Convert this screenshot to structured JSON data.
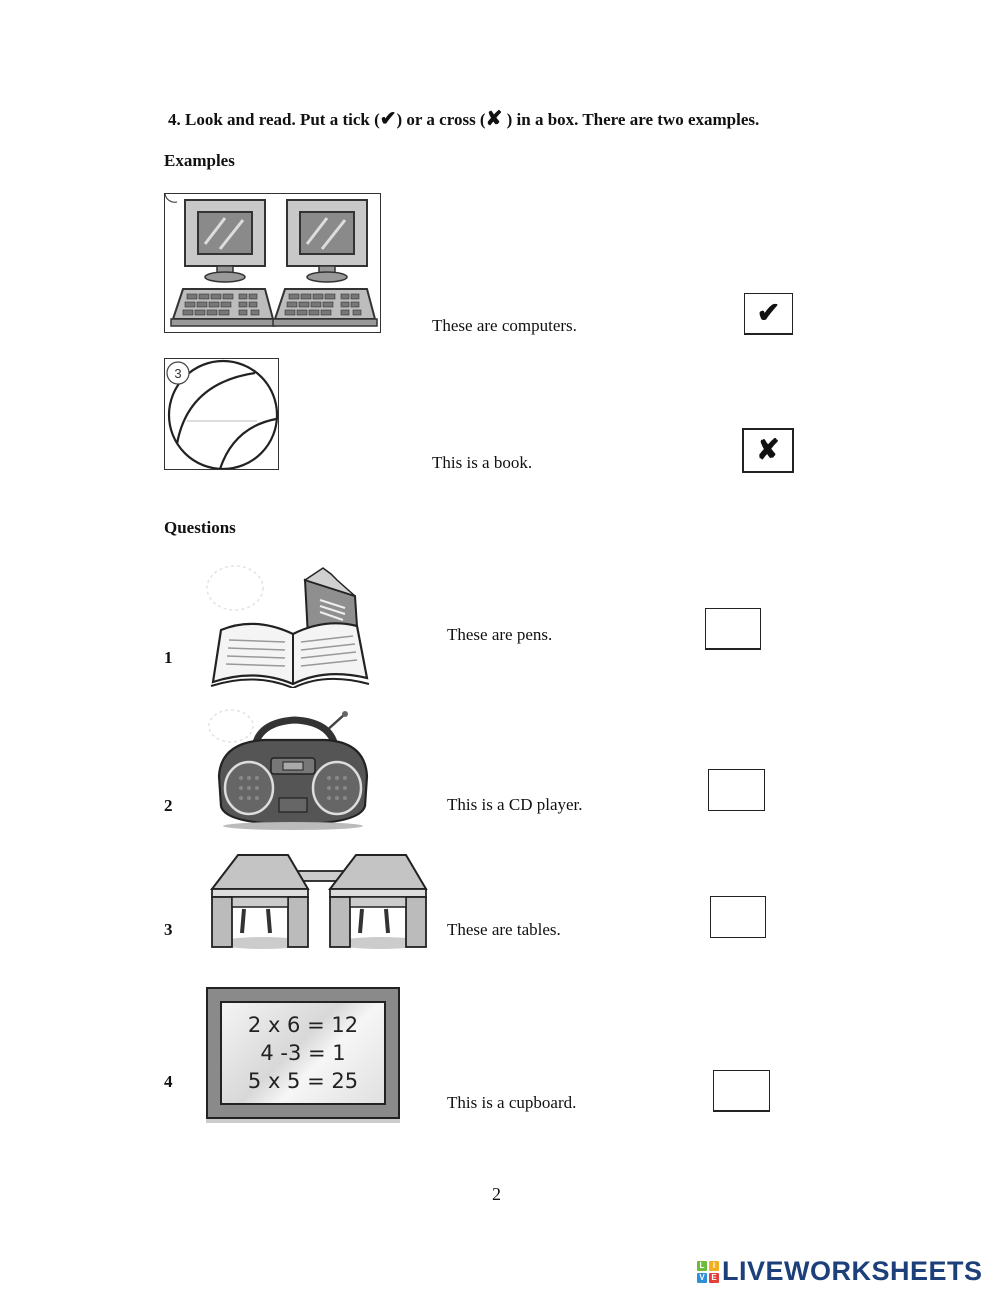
{
  "instruction": {
    "number": "4.",
    "text_before_tick": "Look and read. Put a tick (",
    "tick_glyph": "✔",
    "text_between": ") or a cross (",
    "cross_glyph": "✘",
    "text_after": " ) in a box. There are two examples."
  },
  "examples": {
    "heading": "Examples",
    "items": [
      {
        "picture": "two-computers",
        "sentence": "These are computers.",
        "answer_mark": "✔",
        "answer": "tick"
      },
      {
        "picture": "ball",
        "picture_badge": "3",
        "sentence": "This is a book.",
        "answer_mark": "✘",
        "answer": "cross"
      }
    ]
  },
  "questions": {
    "heading": "Questions",
    "items": [
      {
        "number": "1",
        "picture": "books",
        "sentence": "These are pens.",
        "answer_mark": ""
      },
      {
        "number": "2",
        "picture": "cd-player",
        "sentence": "This is a CD player.",
        "answer_mark": ""
      },
      {
        "number": "3",
        "picture": "tables",
        "sentence": "These are tables.",
        "answer_mark": ""
      },
      {
        "number": "4",
        "picture": "whiteboard",
        "sentence": "This is a cupboard.",
        "answer_mark": "",
        "board_lines": [
          "2 x 6 = 12",
          "4 -3 = 1",
          "5 x 5 = 25"
        ]
      }
    ]
  },
  "page_number": "2",
  "branding": {
    "logo_letters": [
      "L",
      "I",
      "V",
      "E"
    ],
    "logo_colors": [
      "#6dbb3a",
      "#f2b01e",
      "#2f8fd8",
      "#e2403a"
    ],
    "name": "LIVEWORKSHEETS",
    "name_color": "#1d3f7a"
  }
}
